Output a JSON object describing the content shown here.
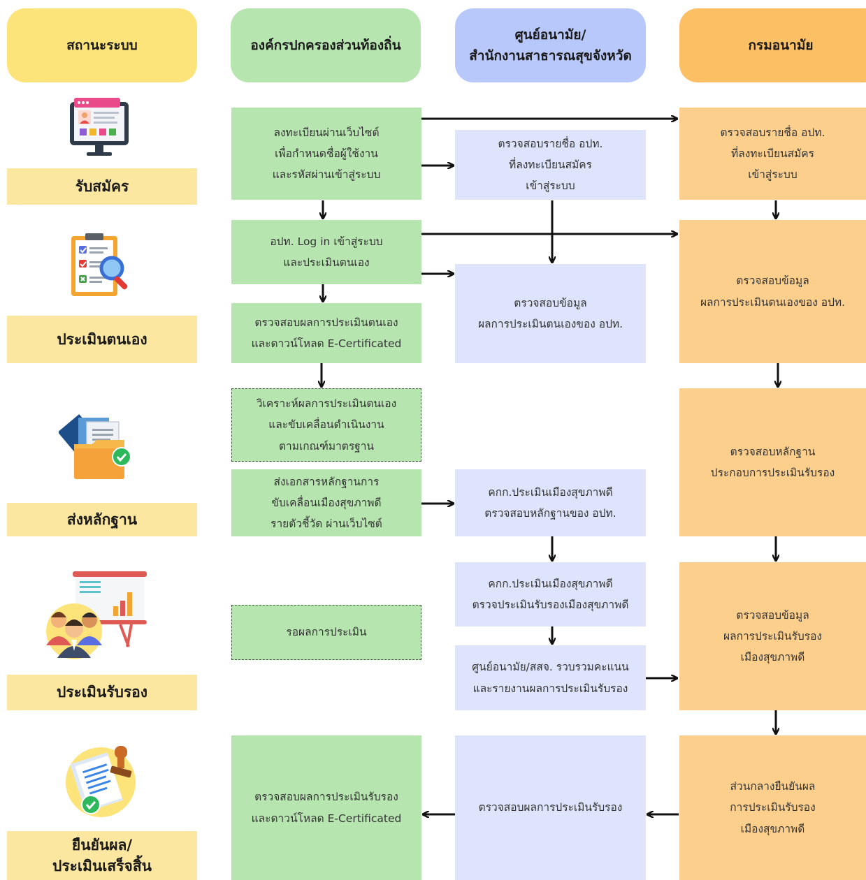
{
  "headers": {
    "status": "สถานะระบบ",
    "local": "องค์กรปกครองส่วนท้องถิ่น",
    "health_center": "ศูนย์อนามัย/\nสำนักงานสาธารณสุขจังหวัด",
    "department": "กรมอนามัย"
  },
  "stages": {
    "register": "รับสมัคร",
    "self_assess": "ประเมินตนเอง",
    "send_evidence": "ส่งหลักฐาน",
    "certify": "ประเมินรับรอง",
    "confirm": "ยืนยันผล/\nประเมินเสร็จสิ้น"
  },
  "icons": {
    "register": "computer-profile-icon",
    "self_assess": "checklist-magnifier-icon",
    "send_evidence": "folder-documents-check-icon",
    "certify": "presentation-team-icon",
    "confirm": "certificate-stamp-icon"
  },
  "local_steps": {
    "register_web": "ลงทะเบียนผ่านเว็บไซต์\nเพื่อกำหนดชื่อผู้ใช้งาน\nและรหัสผ่านเข้าสู่ระบบ",
    "login": "อปท. Log in เข้าสู่ระบบ\nและประเมินตนเอง",
    "check_download": "ตรวจสอบผลการประเมินตนเอง\nและดาวน์โหลด E-Certificated",
    "analyze": "วิเคราะห์ผลการประเมินตนเอง\nและขับเคลื่อนดำเนินงาน\nตามเกณฑ์มาตรฐาน",
    "send_docs": "ส่งเอกสารหลักฐานการ\nขับเคลื่อนเมืองสุขภาพดี\nรายตัวชี้วัด ผ่านเว็บไซต์",
    "wait": "รอผลการประเมิน",
    "final_check": "ตรวจสอบผลการประเมินรับรอง\nและดาวน์โหลด E-Certificated"
  },
  "center_steps": {
    "check_names": "ตรวจสอบรายชื่อ อปท.\nที่ลงทะเบียนสมัคร\nเข้าสู่ระบบ",
    "check_self": "ตรวจสอบข้อมูล\nผลการประเมินตนเองของ อปท.",
    "committee_evidence": "คกก.ประเมินเมืองสุขภาพดี\nตรวจสอบหลักฐานของ อปท.",
    "committee_certify": "คกก.ประเมินเมืองสุขภาพดี\nตรวจประเมินรับรองเมืองสุขภาพดี",
    "compile": "ศูนย์อนามัย/สสจ. รวบรวมคะแนน\nและรายงานผลการประเมินรับรอง",
    "final_check": "ตรวจสอบผลการประเมินรับรอง"
  },
  "dept_steps": {
    "check_names": "ตรวจสอบรายชื่อ อปท.\nที่ลงทะเบียนสมัคร\nเข้าสู่ระบบ",
    "check_self": "ตรวจสอบข้อมูล\nผลการประเมินตนเองของ อปท.",
    "check_evidence": "ตรวจสอบหลักฐาน\nประกอบการประเมินรับรอง",
    "check_certify": "ตรวจสอบข้อมูล\nผลการประเมินรับรอง\nเมืองสุขภาพดี",
    "confirm": "ส่วนกลางยืนยันผล\nการประเมินรับรอง\nเมืองสุขภาพดี"
  },
  "colors": {
    "status_header": "#fde47a",
    "local_header": "#b7e5b0",
    "center_header": "#b8c8fb",
    "dept_header": "#fdbf63",
    "stage_label": "#fce7a1",
    "local_box": "#b7e5b0",
    "center_box": "#dde4fb",
    "dept_box": "#fdcf8d"
  }
}
